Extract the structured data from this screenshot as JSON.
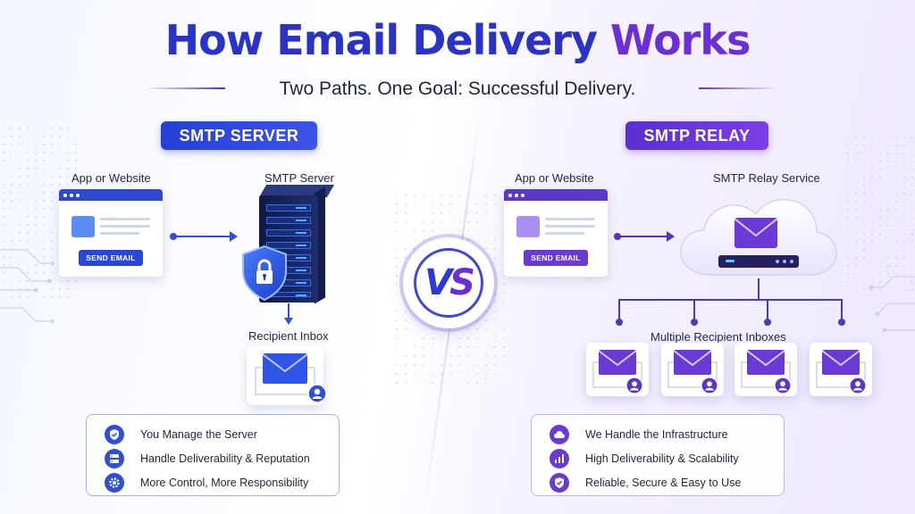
{
  "title": {
    "main": "How Email Delivery Works",
    "part1": "How Email Delivery ",
    "part2": "Works"
  },
  "subtitle": "Two Paths. One Goal: Successful Delivery.",
  "colors": {
    "blue": "#2f3ad2",
    "purple": "#6a2fd8",
    "dark": "#1f2440"
  },
  "left": {
    "badge": "SMTP SERVER",
    "app_label": "App or Website",
    "send_button": "SEND EMAIL",
    "server_label": "SMTP Server",
    "inbox_label": "Recipient Inbox",
    "features": [
      {
        "icon": "shield-check-icon",
        "text": "You Manage the Server"
      },
      {
        "icon": "server-stack-icon",
        "text": "Handle Deliverability & Reputation"
      },
      {
        "icon": "gear-icon",
        "text": "More Control, More Responsibility"
      }
    ]
  },
  "vs": {
    "v": "V",
    "s": "S"
  },
  "right": {
    "badge": "SMTP RELAY",
    "app_label": "App or Website",
    "send_button": "SEND EMAIL",
    "relay_label": "SMTP Relay Service",
    "inboxes_label": "Multiple Recipient Inboxes",
    "inbox_count": 4,
    "features": [
      {
        "icon": "cloud-icon",
        "text": "We Handle the Infrastructure"
      },
      {
        "icon": "bar-chart-icon",
        "text": "High Deliverability & Scalability"
      },
      {
        "icon": "shield-check-icon",
        "text": "Reliable, Secure & Easy to Use"
      }
    ]
  }
}
